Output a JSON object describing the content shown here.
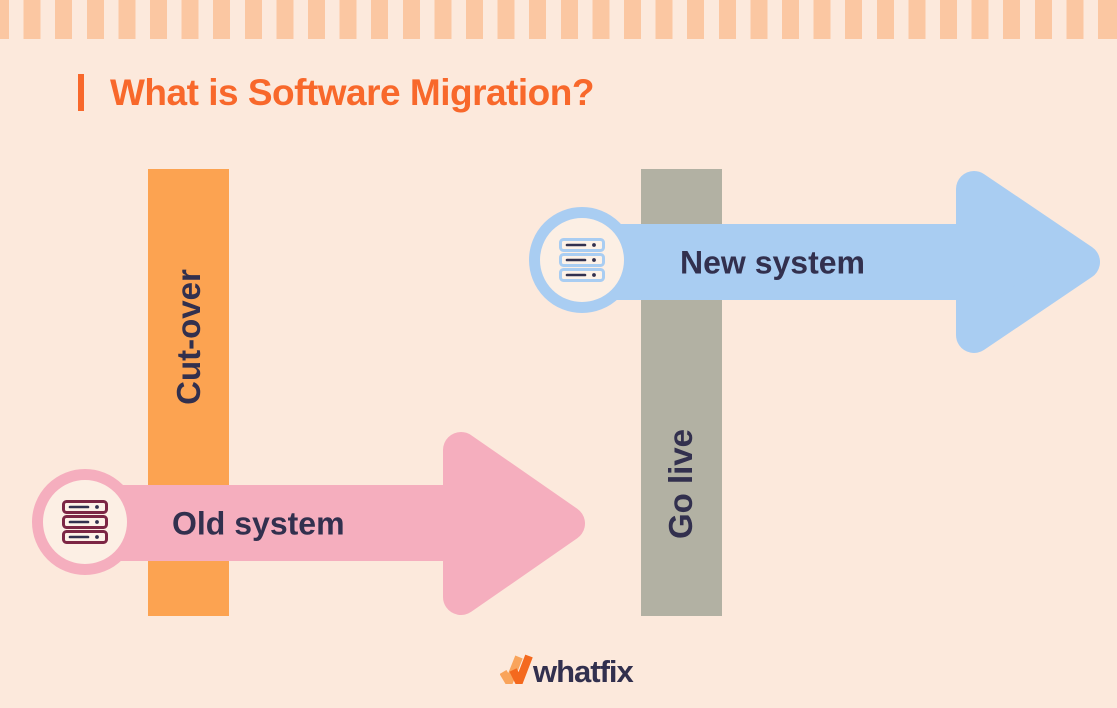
{
  "header": {
    "title": "What is Software Migration?",
    "accent_color": "#F8682B"
  },
  "background": {
    "color": "#FCE9DC",
    "stripe_color": "#FBC7A2"
  },
  "diagram": {
    "text_color": "#32304E",
    "phase_bars": [
      {
        "label": "Cut-over",
        "color": "#FCA351",
        "orientation": "vertical"
      },
      {
        "label": "Go live",
        "color": "#B2B1A3",
        "orientation": "vertical"
      }
    ],
    "arrows": [
      {
        "label": "Old system",
        "color": "#F5AEBE",
        "direction": "right",
        "icon": "server-stack-icon",
        "icon_outline": "#7C2644"
      },
      {
        "label": "New system",
        "color": "#A9CDF2",
        "direction": "right",
        "icon": "server-stack-icon",
        "icon_outline": "#A9CDF2"
      }
    ]
  },
  "footer": {
    "brand": "whatfix",
    "text_color": "#32304E",
    "logo_light": "#F9A45B",
    "logo_dark": "#F4691E"
  }
}
